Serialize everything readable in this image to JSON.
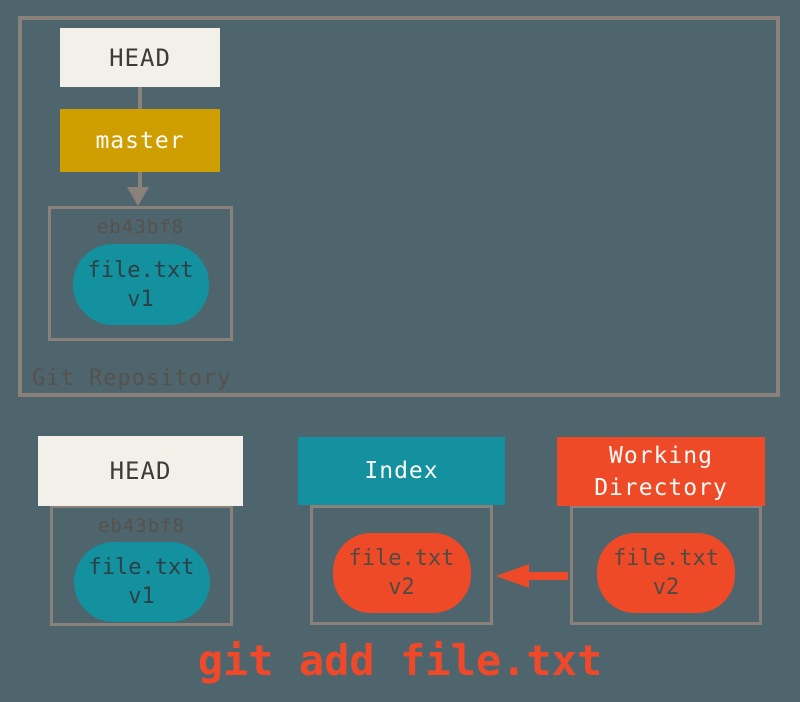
{
  "colors": {
    "background": "#4E656E",
    "line": "#8A817A",
    "cream": "#F2F0E9",
    "cream_text": "#3B3B39",
    "gold": "#CF9F02",
    "teal": "#14919E",
    "orange": "#EE4A28",
    "white_text": "#FAFAF7",
    "muted_label": "#57514B",
    "teal_blob_text": "#2D4048",
    "orange_blob_text": "#514A43",
    "command": "#F0492A"
  },
  "repository": {
    "label": "Git Repository",
    "head_ref": "HEAD",
    "branch_ref": "master",
    "commit": {
      "id": "eb43bf8",
      "file": "file.txt",
      "version": "v1"
    }
  },
  "columns": {
    "head": {
      "title": "HEAD",
      "commit_id": "eb43bf8",
      "blob": {
        "file": "file.txt",
        "version": "v1"
      }
    },
    "index": {
      "title": "Index",
      "blob": {
        "file": "file.txt",
        "version": "v2"
      }
    },
    "working_directory": {
      "title": "Working Directory",
      "blob": {
        "file": "file.txt",
        "version": "v2"
      }
    }
  },
  "command": "git add file.txt"
}
